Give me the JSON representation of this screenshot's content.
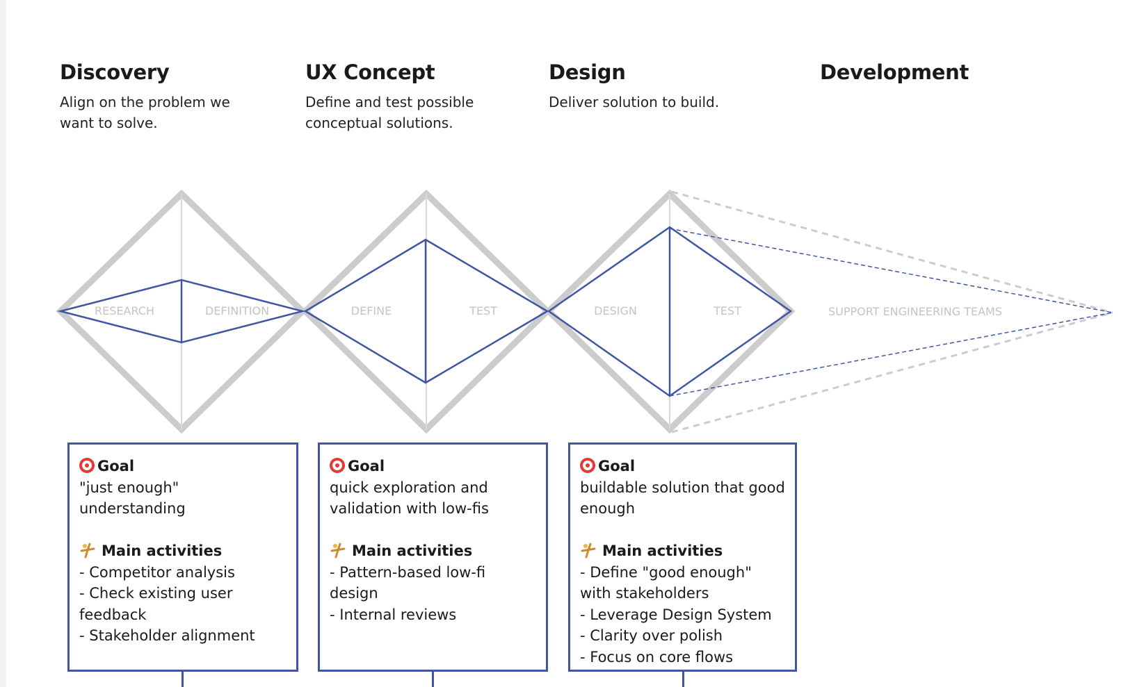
{
  "phases": [
    {
      "title": "Discovery",
      "description": "Align on the problem we want to solve."
    },
    {
      "title": "UX Concept",
      "description": "Define and test possible conceptual solutions."
    },
    {
      "title": "Design",
      "description": "Deliver solution to build."
    },
    {
      "title": "Development",
      "description": ""
    }
  ],
  "diagram_labels": {
    "research": "RESEARCH",
    "definition": "DEFINITION",
    "define": "DEFINE",
    "test_concept": "TEST",
    "design": "DESIGN",
    "test_design": "TEST",
    "support": "SUPPORT ENGINEERING TEAMS"
  },
  "cards": [
    {
      "goal_heading": "Goal",
      "goal_text": "\"just enough\" understanding",
      "activities_heading": "Main activities",
      "activities": [
        "- Competitor analysis",
        "- Check existing user feedback",
        "- Stakeholder alignment"
      ]
    },
    {
      "goal_heading": "Goal",
      "goal_text": "quick exploration and validation with low-fis",
      "activities_heading": "Main activities",
      "activities": [
        "- Pattern-based low-fi design",
        "- Internal reviews"
      ]
    },
    {
      "goal_heading": "Goal",
      "goal_text": "buildable solution that good enough",
      "activities_heading": "Main activities",
      "activities": [
        "- Define \"good enough\" with stakeholders",
        "- Leverage Design System",
        "- Clarity over polish",
        "- Focus on core flows"
      ]
    }
  ],
  "icons": {
    "goal": "direct-hit-icon",
    "activities": "cartwheel-icon"
  },
  "colors": {
    "accent": "#3f57a3",
    "outline_gray": "#cccccc",
    "label_gray": "#c4c4c4"
  }
}
